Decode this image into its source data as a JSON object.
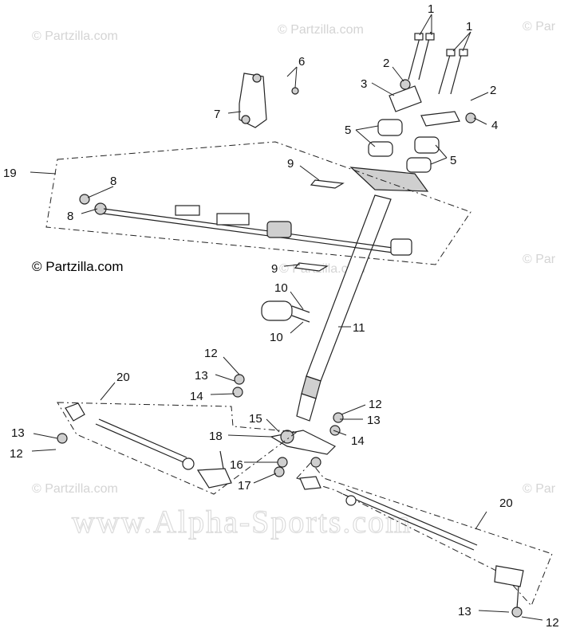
{
  "watermarks": {
    "top_left": "© Partzilla.com",
    "top_mid": "© Partzilla.com",
    "top_right": "© Par",
    "left_main": "© Partzilla.com",
    "mid_middle": "© Partzilla.com",
    "mid_right": "© Par",
    "bottom_left": "© Partzilla.com",
    "bottom_right": "© Par",
    "alpha": "www.Alpha-Sports.com"
  },
  "callouts": {
    "c1a": "1",
    "c1b": "1",
    "c2a": "2",
    "c2b": "2",
    "c3": "3",
    "c4": "4",
    "c5a": "5",
    "c5b": "5",
    "c6": "6",
    "c7": "7",
    "c8a": "8",
    "c8b": "8",
    "c9a": "9",
    "c9b": "9",
    "c10a": "10",
    "c10b": "10",
    "c11": "11",
    "c12a": "12",
    "c12b": "12",
    "c12c": "12",
    "c12d": "12",
    "c13a": "13",
    "c13b": "13",
    "c13c": "13",
    "c13d": "13",
    "c14a": "14",
    "c14b": "14",
    "c15": "15",
    "c16": "16",
    "c17": "17",
    "c18": "18",
    "c19": "19",
    "c20a": "20",
    "c20b": "20"
  }
}
